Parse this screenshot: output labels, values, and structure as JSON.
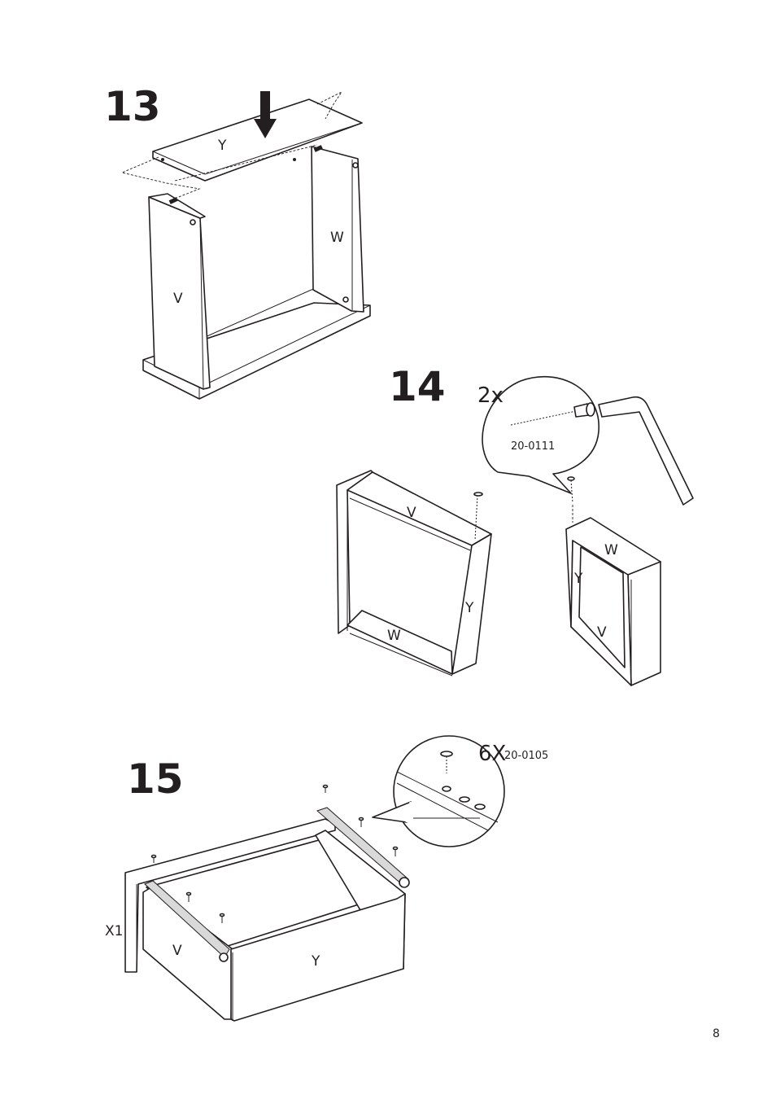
{
  "page_number": "8",
  "steps": [
    {
      "number": "13",
      "labels": {
        "top_panel": "Y",
        "side_left": "V",
        "side_right": "W"
      }
    },
    {
      "number": "14",
      "callout": {
        "quantity": "2x",
        "article": "20-0111"
      },
      "labels": {
        "left_top": "V",
        "left_side": "Y",
        "left_bottom": "W",
        "right_top": "W",
        "right_side": "Y",
        "right_bottom": "V"
      }
    },
    {
      "number": "15",
      "callout": {
        "quantity": "6X",
        "article": "20-0105"
      },
      "multiplier": "X1",
      "labels": {
        "side": "V",
        "front": "Y"
      }
    }
  ]
}
